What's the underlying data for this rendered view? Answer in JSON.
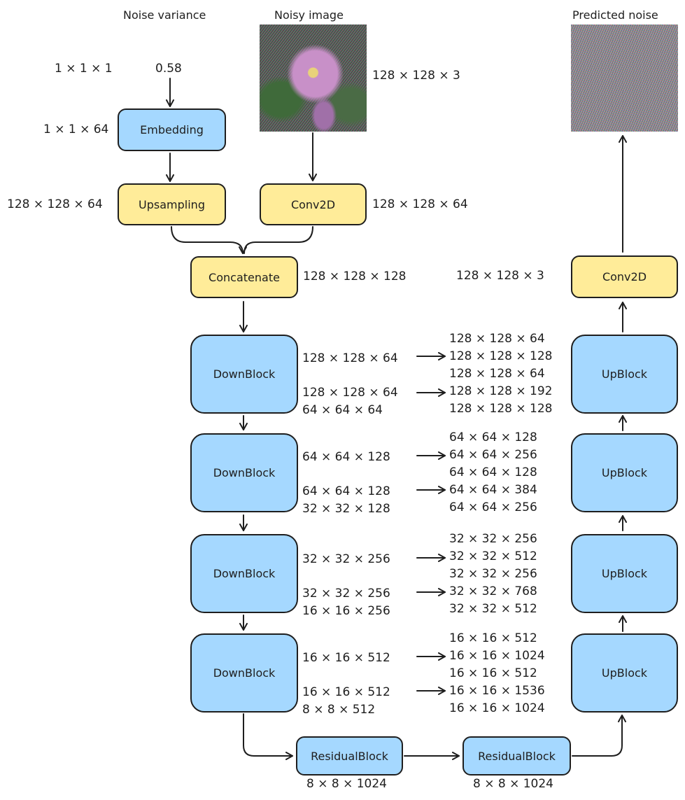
{
  "titles": {
    "noise_variance": "Noise variance",
    "noisy_image": "Noisy image",
    "predicted_noise": "Predicted noise"
  },
  "inputs": {
    "variance_shape": "1 × 1 × 1",
    "variance_value": "0.58",
    "image_shape": "128 × 128 × 3"
  },
  "blocks": {
    "embedding": "Embedding",
    "upsampling": "Upsampling",
    "conv2d_in": "Conv2D",
    "concatenate": "Concatenate",
    "conv2d_out": "Conv2D",
    "downblock": "DownBlock",
    "upblock": "UpBlock",
    "residualblock": "ResidualBlock"
  },
  "shapes": {
    "embedding_out": "1 × 1 × 64",
    "upsampling_out": "128 × 128 × 64",
    "conv2d_in_out": "128 × 128 × 64",
    "concat_out": "128 × 128 × 128",
    "conv2d_out_out": "128 × 128 × 3",
    "residual_1": "8 × 8 × 1024",
    "residual_2": "8 × 8 × 1024"
  },
  "down_levels": [
    {
      "skip1": "128 × 128 × 64",
      "skip2": "128 × 128 × 64",
      "out": "64 × 64 × 64",
      "up": [
        "128 × 128 × 64",
        "128 × 128 × 128",
        "128 × 128 × 64",
        "128 × 128 × 192",
        "128 × 128 × 128"
      ]
    },
    {
      "skip1": "64 × 64 × 128",
      "skip2": "64 × 64 × 128",
      "out": "32 × 32 × 128",
      "up": [
        "64 × 64 × 128",
        "64 × 64 × 256",
        "64 × 64 × 128",
        "64 × 64 × 384",
        "64 × 64 × 256"
      ]
    },
    {
      "skip1": "32 × 32 × 256",
      "skip2": "32 × 32 × 256",
      "out": "16 × 16 × 256",
      "up": [
        "32 × 32 × 256",
        "32 × 32 × 512",
        "32 × 32 × 256",
        "32 × 32 × 768",
        "32 × 32 × 512"
      ]
    },
    {
      "skip1": "16 × 16 × 512",
      "skip2": "16 × 16 × 512",
      "out": "8 × 8 × 512",
      "up": [
        "16 × 16 × 512",
        "16 × 16 × 1024",
        "16 × 16 × 512",
        "16 × 16 × 1536",
        "16 × 16 × 1024"
      ]
    }
  ],
  "colors": {
    "block_blue": "#a5d8ff",
    "block_yellow": "#ffec99",
    "stroke": "#1e1e1e"
  }
}
